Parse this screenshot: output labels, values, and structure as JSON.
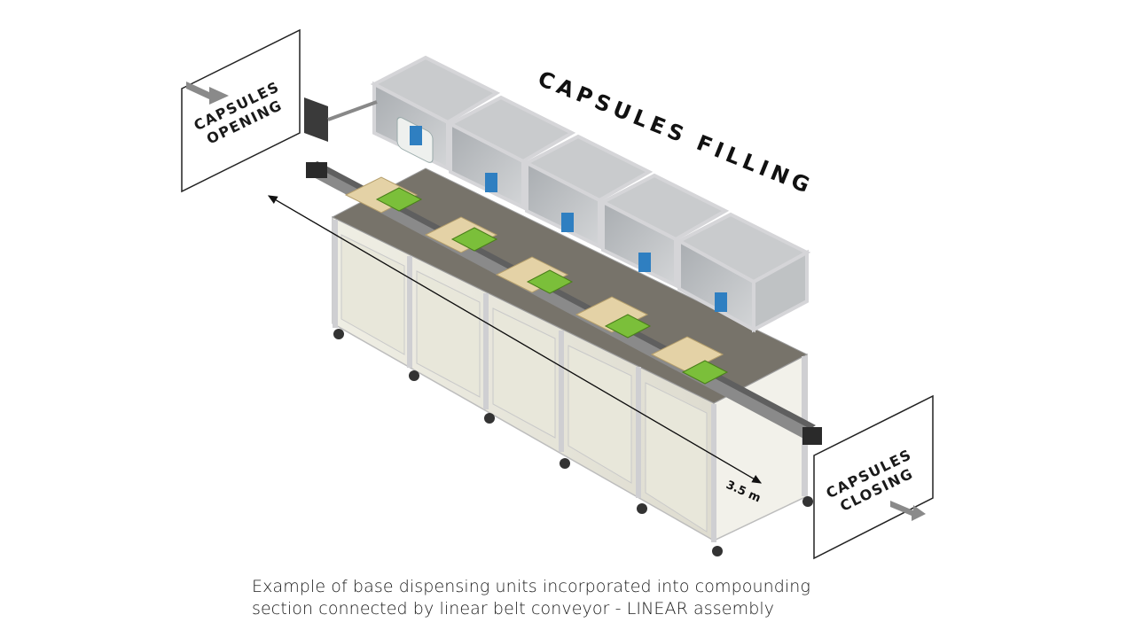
{
  "signs": {
    "opening": [
      "CAPSULES",
      "OPENING"
    ],
    "closing": [
      "CAPSULES",
      "CLOSING"
    ]
  },
  "section_title": "CAPSULES FILLING",
  "dimension_label": "3.5 m",
  "caption": {
    "line1": "Example of base dispensing  units incorporated into compounding",
    "line2": "section connected by linear belt conveyor - LINEAR assembly"
  },
  "colors": {
    "frame": "#e3e3e5",
    "panel": "#e9e8dc",
    "glass": "#b9bcbf",
    "dispenser": "#2f7fc1",
    "tray": "#7bbf3a",
    "belt": "#6e6e6e",
    "wood": "#e4d2a6"
  },
  "units_count_visible": "5"
}
